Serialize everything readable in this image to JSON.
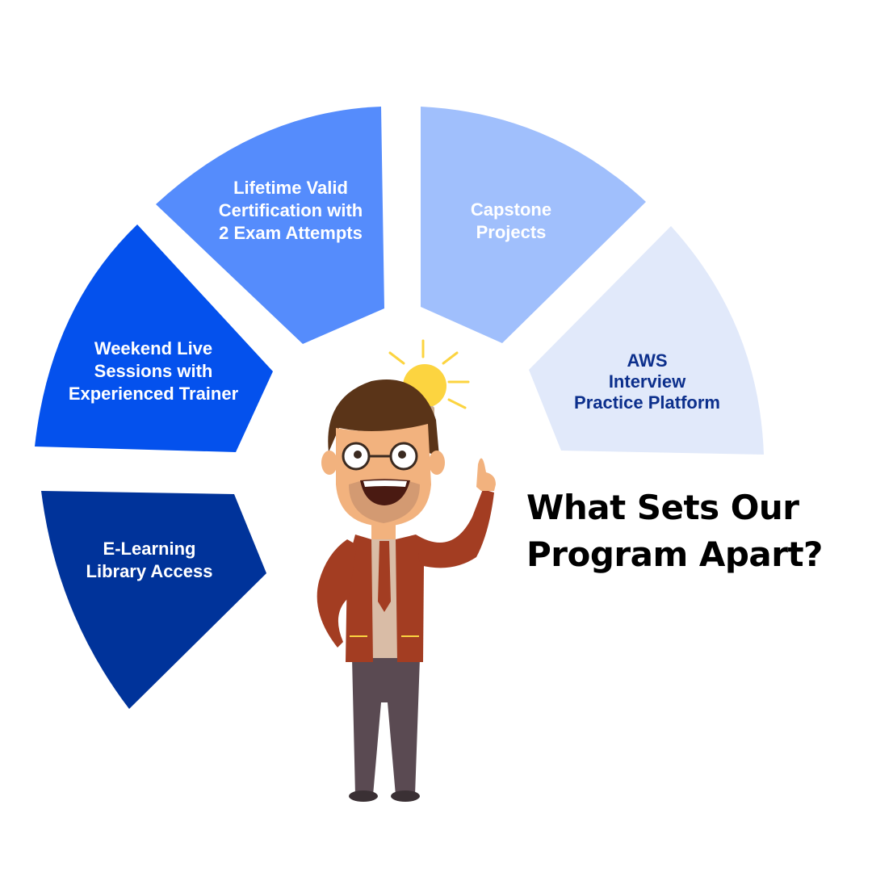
{
  "headline": {
    "lines": [
      "What Sets Our",
      "Program Apart?"
    ]
  },
  "segments": [
    {
      "id": "elearning",
      "lines": [
        "E-Learning",
        "Library Access"
      ],
      "fill": "#00339a",
      "text_color": "#ffffff"
    },
    {
      "id": "weekend",
      "lines": [
        "Weekend Live",
        "Sessions with",
        "Experienced Trainer"
      ],
      "fill": "#0451ed",
      "text_color": "#ffffff"
    },
    {
      "id": "certification",
      "lines": [
        "Lifetime Valid",
        "Certification with",
        "2 Exam Attempts"
      ],
      "fill": "#558cfc",
      "text_color": "#ffffff"
    },
    {
      "id": "capstone",
      "lines": [
        "Capstone",
        "Projects"
      ],
      "fill": "#a0bffc",
      "text_color": "#ffffff"
    },
    {
      "id": "aws",
      "lines": [
        "AWS",
        "Interview",
        "Practice Platform"
      ],
      "fill": "#e1e9fa",
      "text_color": "#0c2f8c"
    }
  ],
  "illustration": {
    "icon": "teacher-with-lightbulb-icon",
    "colors": {
      "jacket": "#a33d22",
      "hair": "#5a3418",
      "skin": "#f2b27e",
      "bulb": "#fcd440",
      "pants": "#5a4a52"
    }
  }
}
